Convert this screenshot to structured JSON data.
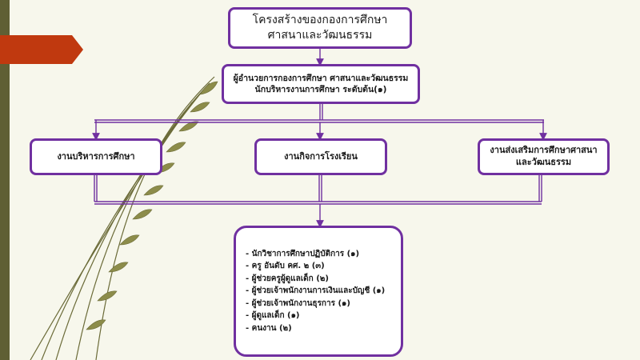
{
  "title": {
    "line1": "โครงสร้างของกองการศึกษา",
    "line2": "ศาสนาและวัฒนธรรม"
  },
  "director": {
    "line1": "ผู้อำนวยการกองการศึกษา ศาสนาและวัฒนธรรม",
    "line2": "นักบริหารงานการศึกษา ระดับต้น(๑)"
  },
  "departments": {
    "admin": "งานบริหารการศึกษา",
    "school": "งานกิจการโรงเรียน",
    "religion_line1": "งานส่งเสริมการศึกษาศาสนา",
    "religion_line2": "และวัฒนธรรม"
  },
  "staff": [
    "- นักวิชาการศึกษาปฏิบัติการ (๑)",
    "- ครู  อันดับ คศ. ๒ (๓)",
    "- ผู้ช่วยครูผู้ดูแลเด็ก (๒)",
    "- ผู้ช่วยเจ้าพนักงานการเงินและบัญชี (๑)",
    "- ผู้ช่วยเจ้าพนักงานธุรการ (๑)",
    "- ผู้ดูแลเด็ก (๑)",
    "- คนงาน (๒)"
  ],
  "colors": {
    "box_border": "#7030a0",
    "connector": "#7030a0",
    "accent_arrow": "#c0390f",
    "background": "#f7f7ec",
    "deco_line": "#6b6b38"
  }
}
